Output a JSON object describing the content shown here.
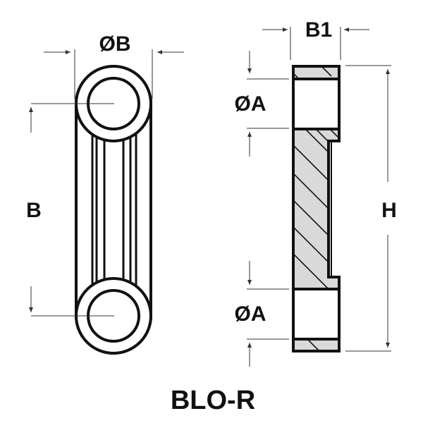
{
  "front_view": {
    "diameter_label": "ØB",
    "pitch_label": "B"
  },
  "side_view": {
    "width_label": "B1",
    "hole_top_label": "ØA",
    "hole_bottom_label": "ØA",
    "height_label": "H"
  },
  "part_code": "BLO-R",
  "colors": {
    "line": "#111111",
    "section_fill": "#d9d9d9"
  }
}
